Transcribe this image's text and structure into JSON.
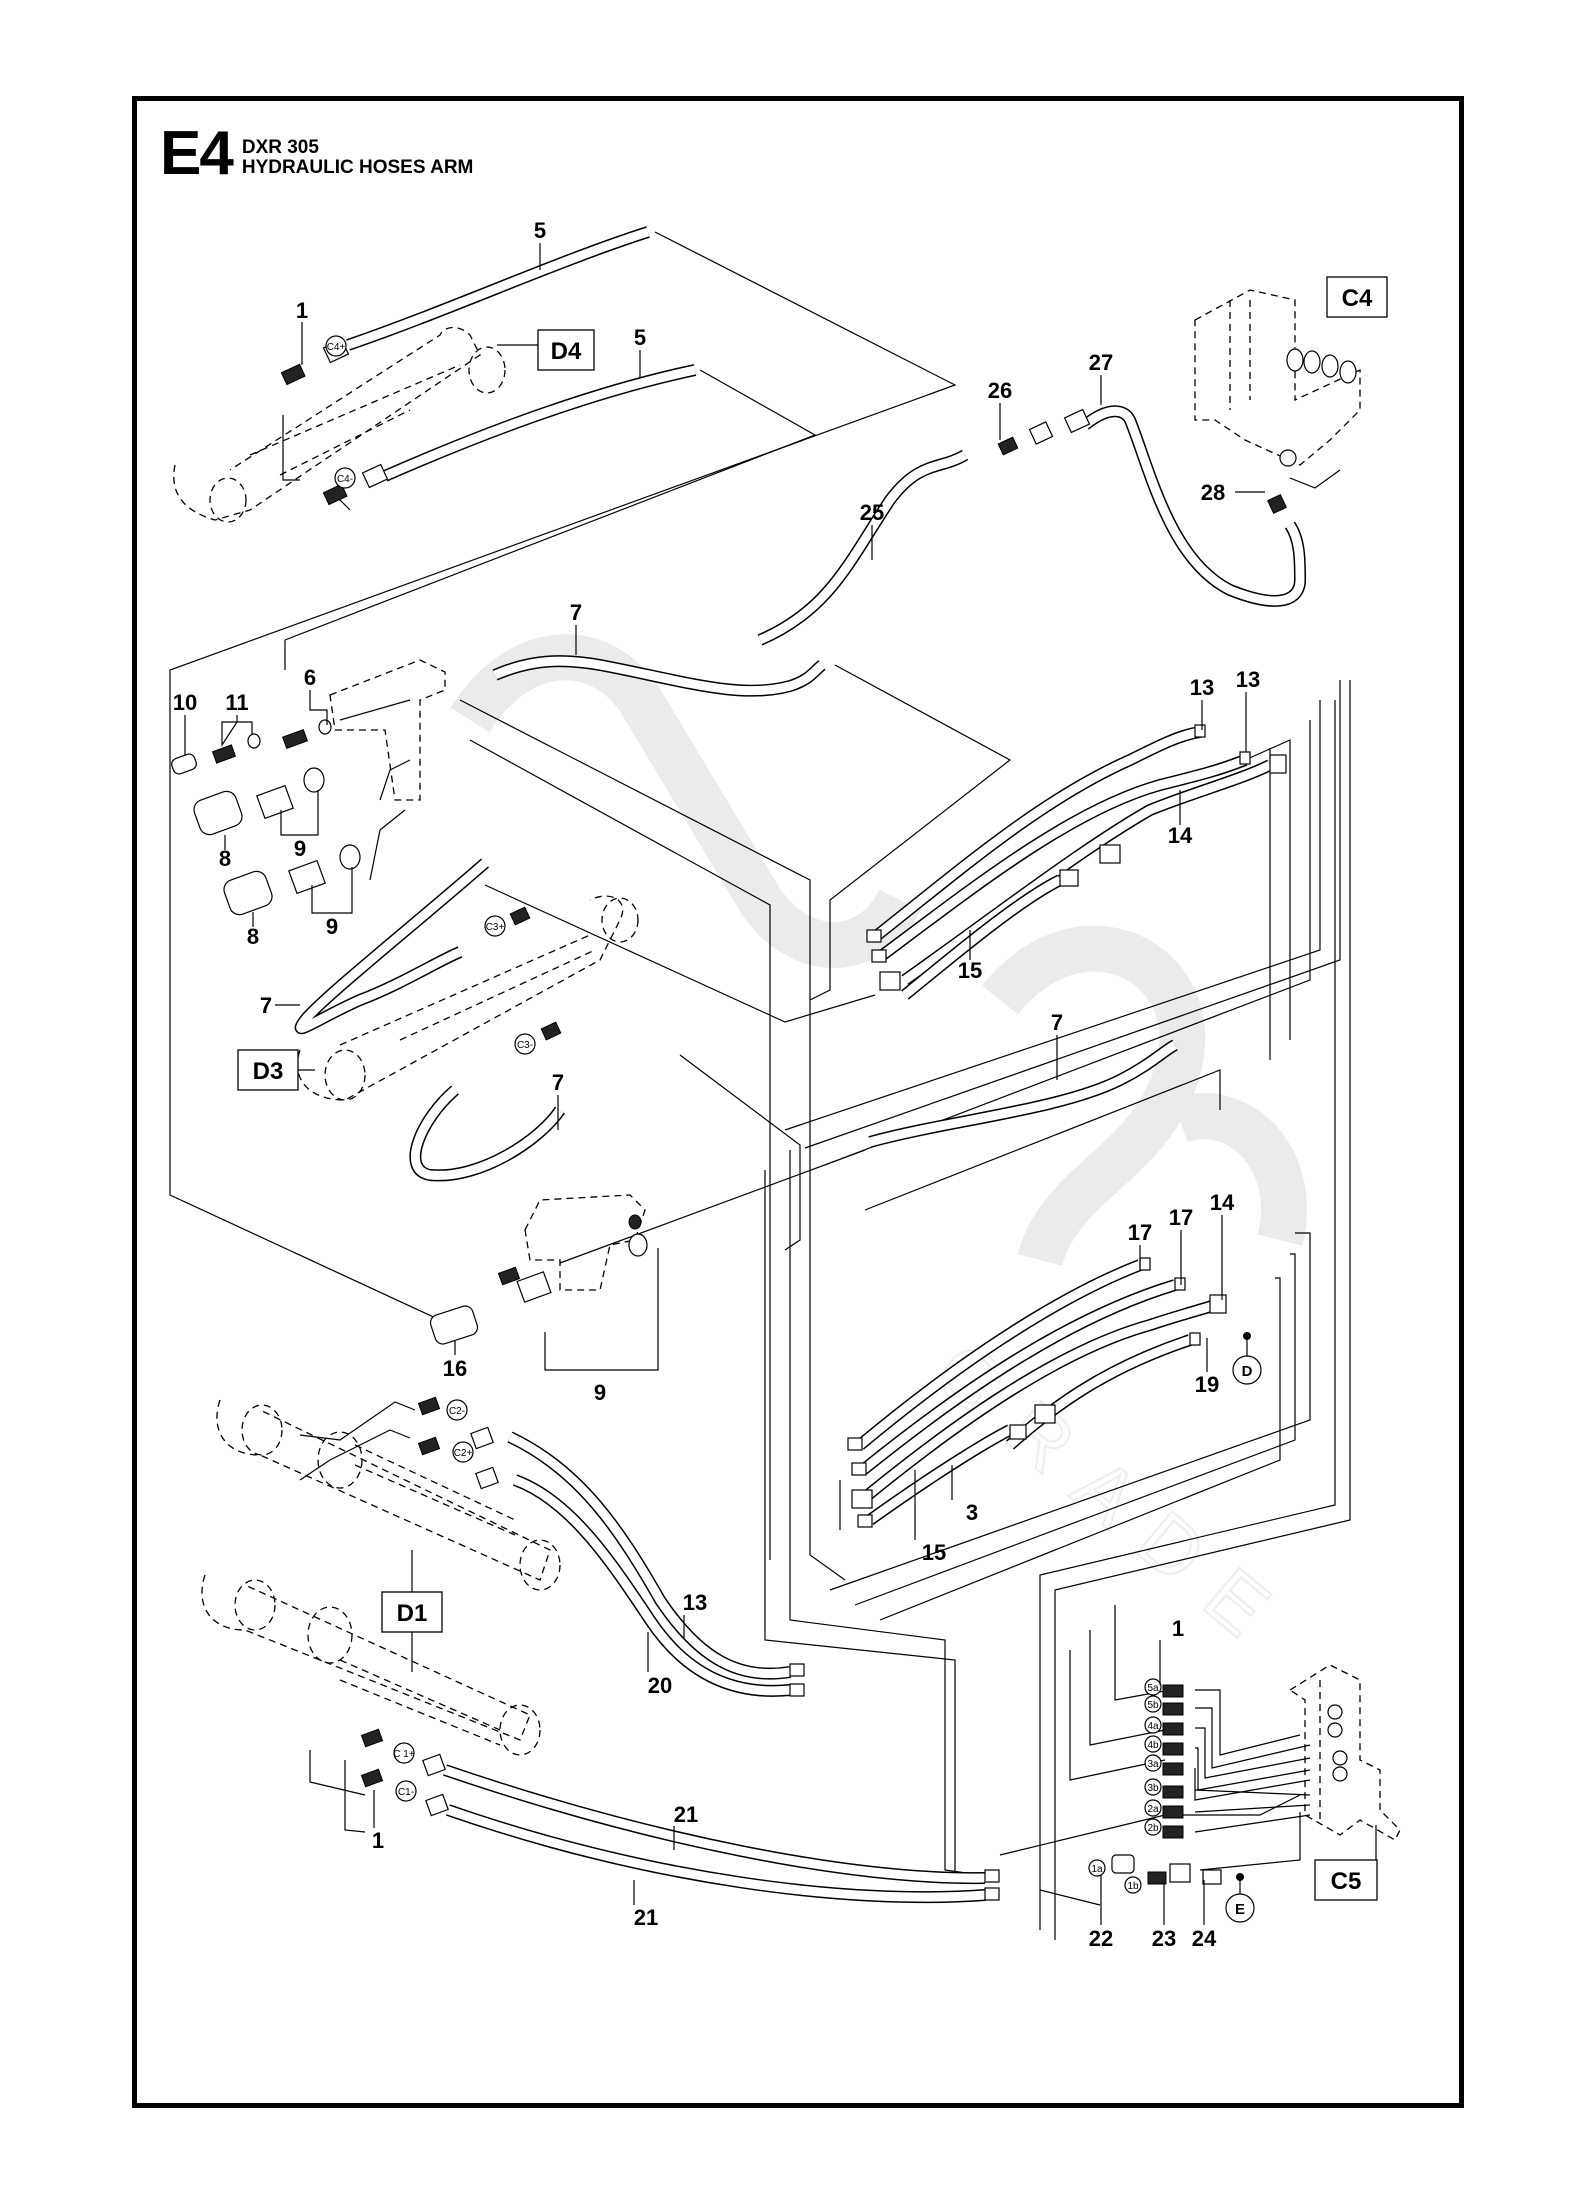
{
  "header": {
    "section_code": "E4",
    "model": "DXR 305",
    "title": "HYDRAULIC HOSES ARM"
  },
  "watermark": {
    "text": "GRADE"
  },
  "components": {
    "C4": "C4",
    "C5": "C5",
    "D1": "D1",
    "D3": "D3",
    "D4": "D4"
  },
  "connection_markers": {
    "D": "D",
    "E": "E"
  },
  "port_tags": {
    "c4_plus": "C4+",
    "c4_minus": "C4-",
    "c3_plus": "C3+",
    "c3_minus": "C3-",
    "c2_minus": "C2-",
    "c2_plus": "C2+",
    "c1_plus": "C 1+",
    "c1_minus": "C1-",
    "valve_ports": [
      "5a",
      "5b",
      "4a",
      "4b",
      "3a",
      "3b",
      "2a",
      "2b"
    ],
    "port_1a": "1a",
    "port_1b": "1b"
  },
  "callouts": {
    "p1_top": "1",
    "p5_a": "5",
    "p5_b": "5",
    "p6": "6",
    "p7_top": "7",
    "p7_left": "7",
    "p7_lower": "7",
    "p7_right": "7",
    "p8_a": "8",
    "p8_b": "8",
    "p9_a": "9",
    "p9_b": "9",
    "p9_c": "9",
    "p10": "10",
    "p11": "11",
    "p13_a": "13",
    "p13_b": "13",
    "p13_c": "13",
    "p14_a": "14",
    "p14_b": "14",
    "p15_a": "15",
    "p15_b": "15",
    "p3": "3",
    "p16": "16",
    "p17_a": "17",
    "p17_b": "17",
    "p19": "19",
    "p20": "20",
    "p21_a": "21",
    "p21_b": "21",
    "p1_right": "1",
    "p1_bottom": "1",
    "p22": "22",
    "p23": "23",
    "p24": "24",
    "p25": "25",
    "p26": "26",
    "p27": "27",
    "p28": "28"
  }
}
